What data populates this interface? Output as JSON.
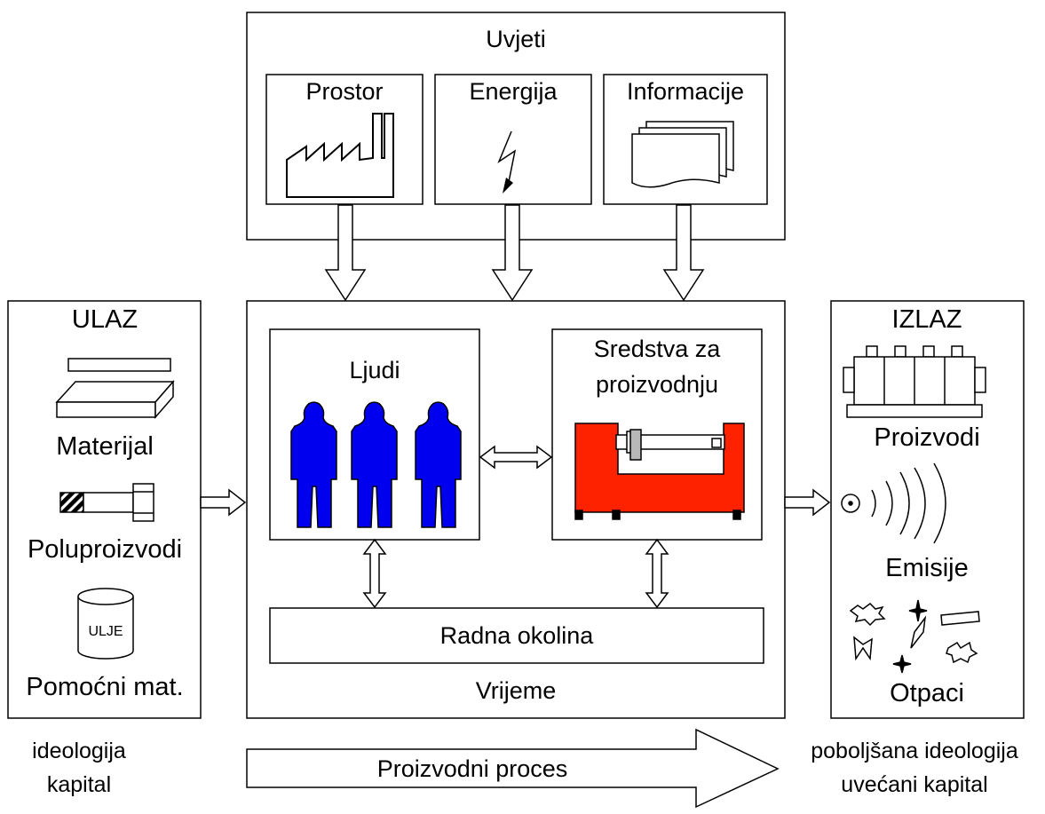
{
  "conditions": {
    "title": "Uvjeti",
    "space": "Prostor",
    "energy": "Energija",
    "information": "Informacije"
  },
  "input": {
    "title": "ULAZ",
    "material": "Materijal",
    "semi_products": "Poluproizvodi",
    "oil_label": "ULJE",
    "auxiliary": "Pomoćni mat."
  },
  "process": {
    "people": "Ljudi",
    "means_line1": "Sredstva za",
    "means_line2": "proizvodnju",
    "work_environment": "Radna okolina",
    "time": "Vrijeme",
    "process_arrow": "Proizvodni proces"
  },
  "output": {
    "title": "IZLAZ",
    "products": "Proizvodi",
    "emissions": "Emisije",
    "waste": "Otpaci"
  },
  "bottom": {
    "left_line1": "ideologija",
    "left_line2": "kapital",
    "right_line1": "poboljšana ideologija",
    "right_line2": "uvećani kapital"
  },
  "colors": {
    "people": "#0000ee",
    "machine": "#ff2200",
    "outline": "#000000"
  }
}
